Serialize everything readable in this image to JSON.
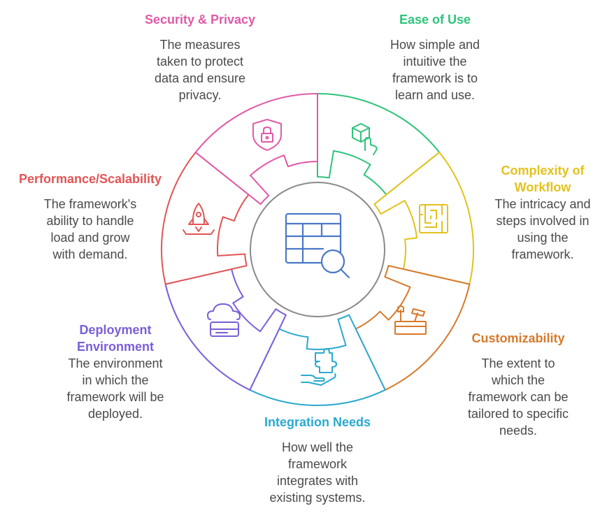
{
  "segments": [
    {
      "key": "ease",
      "title": "Ease of Use",
      "description": "How simple and\nintuitive the\nframework is to\nlearn and use.",
      "color": "#2fc47c",
      "icon": "cube-touch-icon"
    },
    {
      "key": "complexity",
      "title": "Complexity of\nWorkflow",
      "description": "The intricacy and\nsteps involved in\nusing the\nframework.",
      "color": "#e3c21c",
      "icon": "maze-icon"
    },
    {
      "key": "custom",
      "title": "Customizability",
      "description": "The extent to\nwhich the\nframework can be\ntailored to specific\nneeds.",
      "color": "#d67a2b",
      "icon": "toolbox-icon"
    },
    {
      "key": "integration",
      "title": "Integration Needs",
      "description": "How well the\nframework\nintegrates with\nexisting systems.",
      "color": "#2aa9cf",
      "icon": "puzzle-hand-icon"
    },
    {
      "key": "deploy",
      "title": "Deployment\nEnvironment",
      "description": "The environment\nin which the\nframework will be\ndeployed.",
      "color": "#7a5ed9",
      "icon": "cloud-server-icon"
    },
    {
      "key": "perf",
      "title": "Performance/Scalability",
      "description": "The framework's\nability to handle\nload and grow\nwith demand.",
      "color": "#e25555",
      "icon": "rocket-icon"
    },
    {
      "key": "security",
      "title": "Security & Privacy",
      "description": "The measures\ntaken to protect\ndata and ensure\nprivacy.",
      "color": "#e05aa8",
      "icon": "lock-shield-icon"
    }
  ],
  "center": {
    "icon": "table-search-icon",
    "color": "#4a78c8"
  }
}
